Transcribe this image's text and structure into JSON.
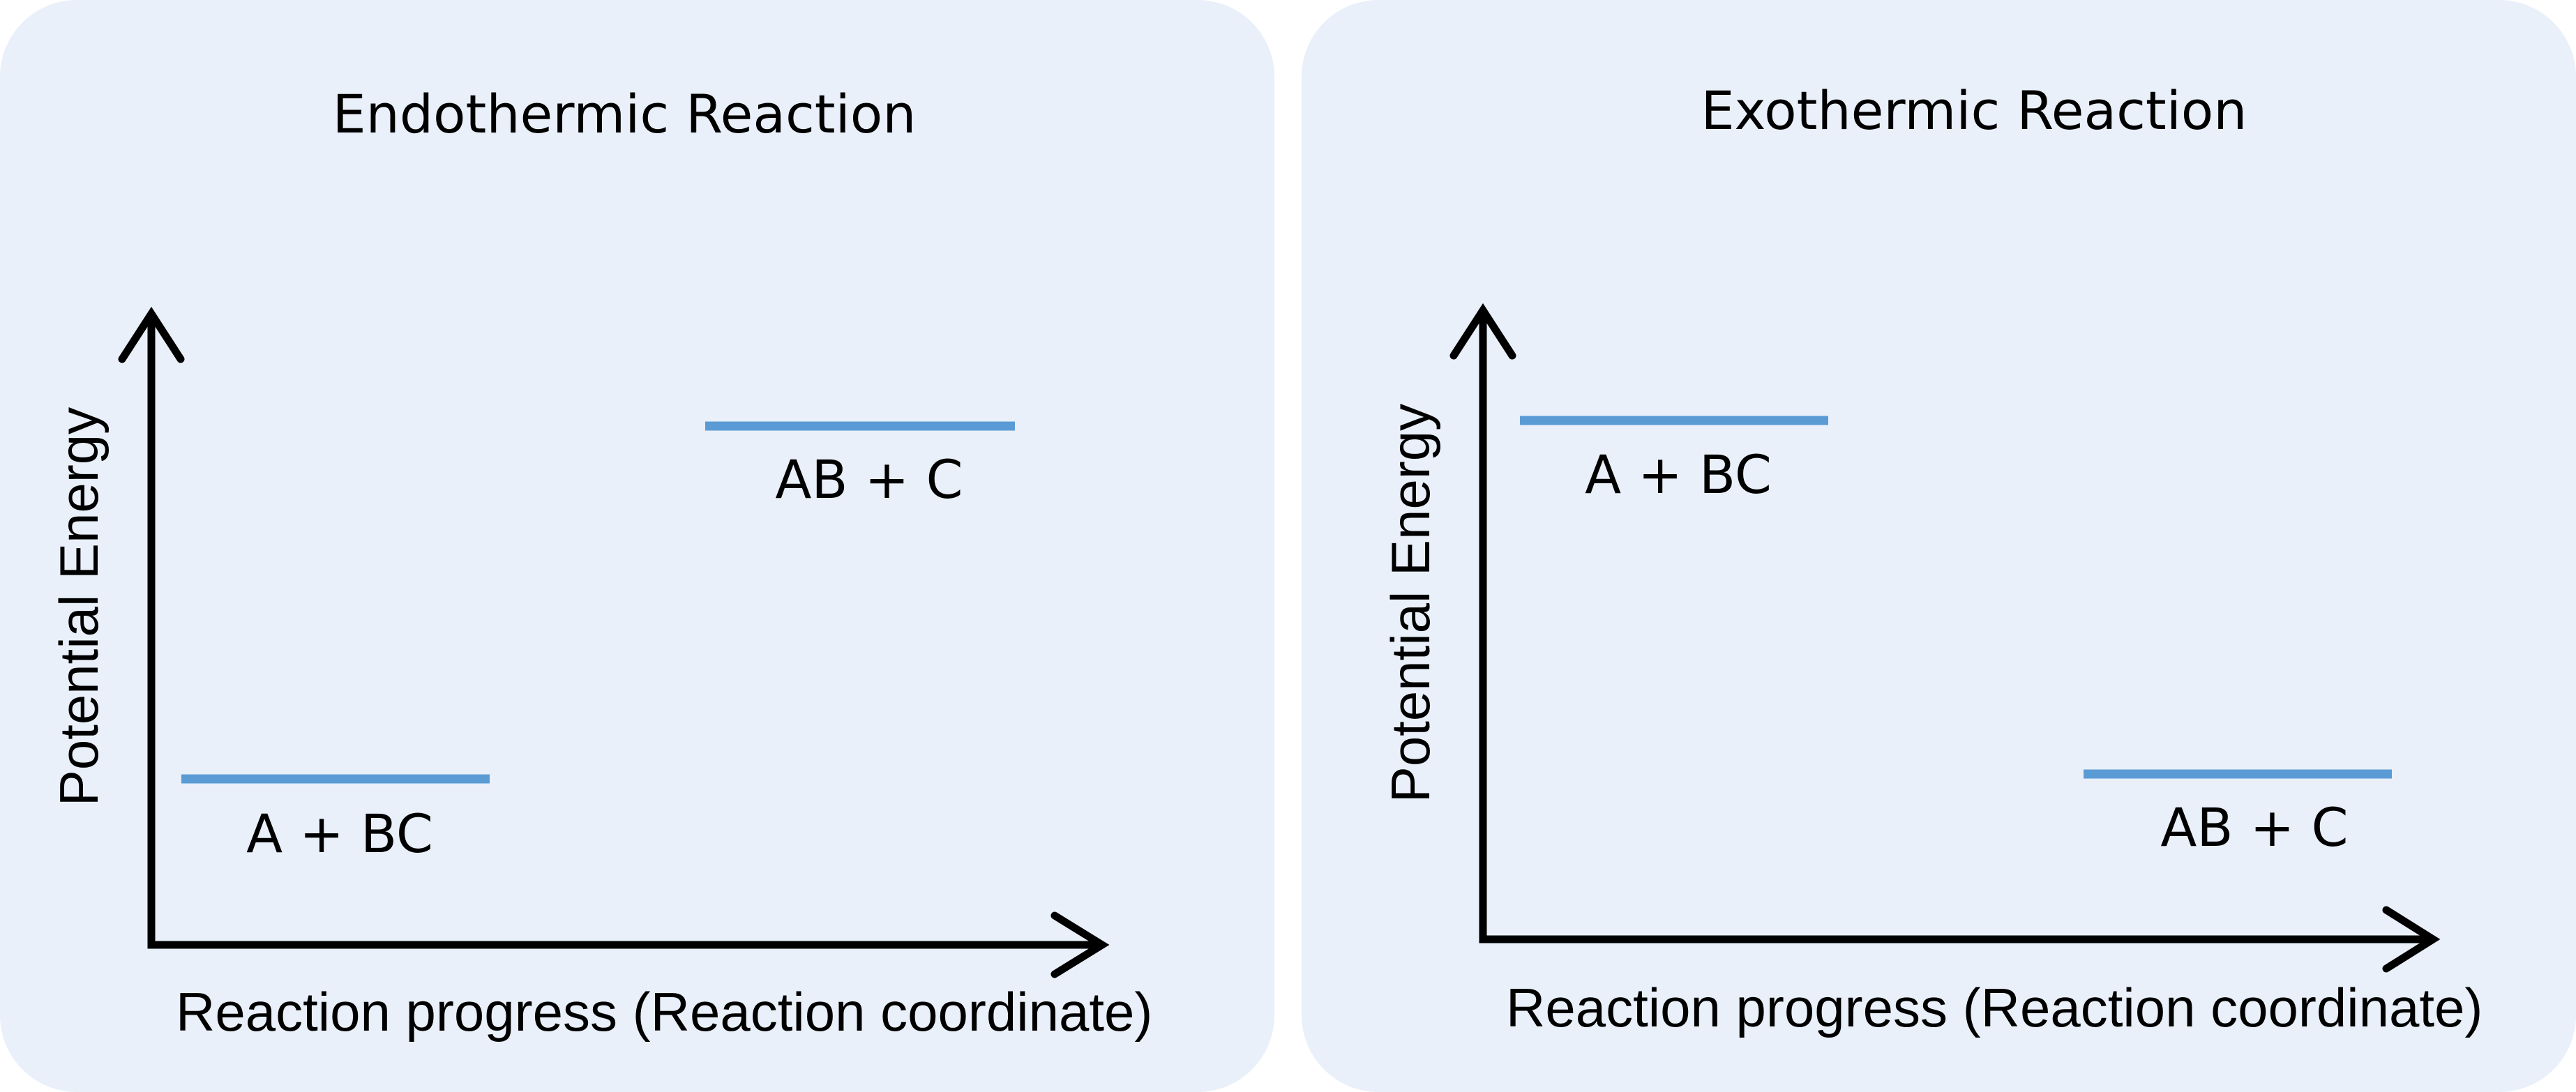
{
  "panels": [
    {
      "title": "Endothermic Reaction",
      "y_axis_label": "Potential Energy",
      "x_axis_label": "Reaction progress (Reaction coordinate)",
      "levels": [
        {
          "label": "A + BC",
          "relative_energy": "low"
        },
        {
          "label": "AB + C",
          "relative_energy": "high"
        }
      ]
    },
    {
      "title": "Exothermic Reaction",
      "y_axis_label": "Potential Energy",
      "x_axis_label": "Reaction progress (Reaction coordinate)",
      "levels": [
        {
          "label": "A + BC",
          "relative_energy": "high"
        },
        {
          "label": "AB + C",
          "relative_energy": "low"
        }
      ]
    }
  ],
  "colors": {
    "panel_background": "#e9f0f9",
    "energy_level": "#5b9bd5",
    "axis": "#000000"
  }
}
